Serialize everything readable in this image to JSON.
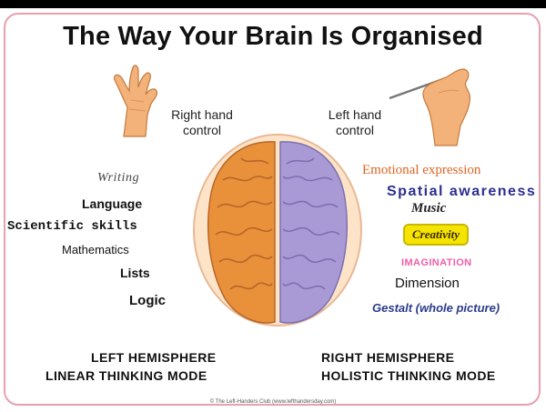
{
  "title": "The Way Your Brain Is Organised",
  "hands": {
    "right": {
      "line1": "Right hand",
      "line2": "control"
    },
    "left": {
      "line1": "Left hand",
      "line2": "control"
    }
  },
  "left_traits": [
    "Writing",
    "Language",
    "Scientific skills",
    "Mathematics",
    "Lists",
    "Logic"
  ],
  "right_traits": [
    "Emotional expression",
    "Spatial awareness",
    "Music",
    "Creativity",
    "IMAGINATION",
    "Dimension",
    "Gestalt (whole picture)"
  ],
  "footer": {
    "left_line1": "LEFT HEMISPHERE",
    "left_line2": "LINEAR THINKING MODE",
    "right_line1": "RIGHT HEMISPHERE",
    "right_line2": "HOLISTIC THINKING MODE"
  },
  "copyright": "© The Left-Handers Club (www.lefthandersday.com)",
  "colors": {
    "frame_border": "#e7a0ae",
    "left_hemisphere": "#e8913a",
    "right_hemisphere": "#a99ad6",
    "emotional_text": "#e06420",
    "spatial_text": "#2a2f8f",
    "creativity_bg": "#f5e400",
    "imagination_text": "#f060a8",
    "gestalt_text": "#2a3a8a"
  }
}
